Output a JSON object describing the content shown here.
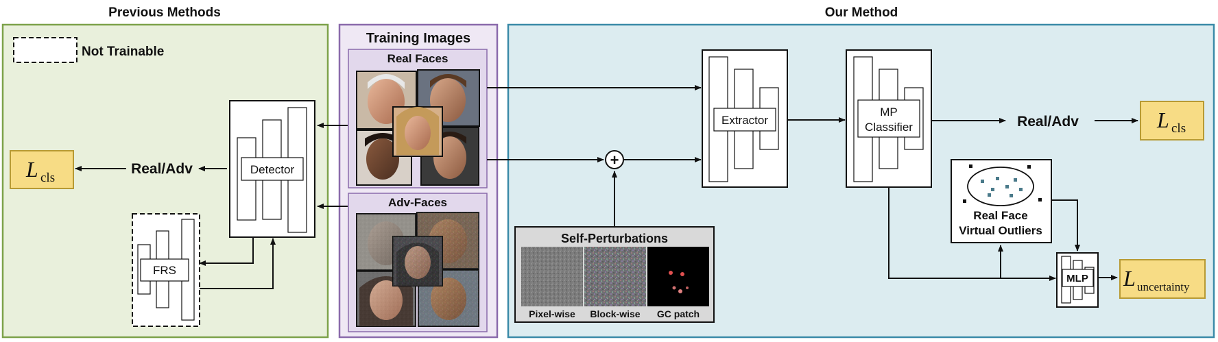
{
  "sections": {
    "previous_title": "Previous Methods",
    "ours_title": "Our Method"
  },
  "legend": {
    "not_trainable": "Not Trainable"
  },
  "training": {
    "title": "Training Images",
    "real_faces": "Real Faces",
    "adv_faces": "Adv-Faces"
  },
  "previous": {
    "detector": "Detector",
    "frs": "FRS",
    "output": "Real/Adv",
    "loss_symbol": "L",
    "loss_sub": "cls"
  },
  "ours": {
    "extractor": "Extractor",
    "classifier_line1": "MP",
    "classifier_line2": "Classifier",
    "output": "Real/Adv",
    "loss_symbol": "L",
    "loss_sub": "cls",
    "outliers_line1": "Real Face",
    "outliers_line2": "Virtual Outliers",
    "mlp": "MLP",
    "uncertainty_symbol": "L",
    "uncertainty_sub": "uncertainty",
    "plus": "+"
  },
  "perturbations": {
    "title": "Self-Perturbations",
    "pixel": "Pixel-wise",
    "block": "Block-wise",
    "gc": "GC patch"
  },
  "colors": {
    "previous_bg": "#e9f0dc",
    "previous_border": "#7da24a",
    "training_bg": "#efe8f4",
    "training_border": "#8a6aab",
    "training_inner_bg": "#e2d8ec",
    "ours_bg": "#dcecf0",
    "ours_border": "#3a8aa8",
    "loss_fill": "#f7dc85",
    "loss_border": "#b79a34",
    "perturb_bg": "#d9d9d9"
  }
}
